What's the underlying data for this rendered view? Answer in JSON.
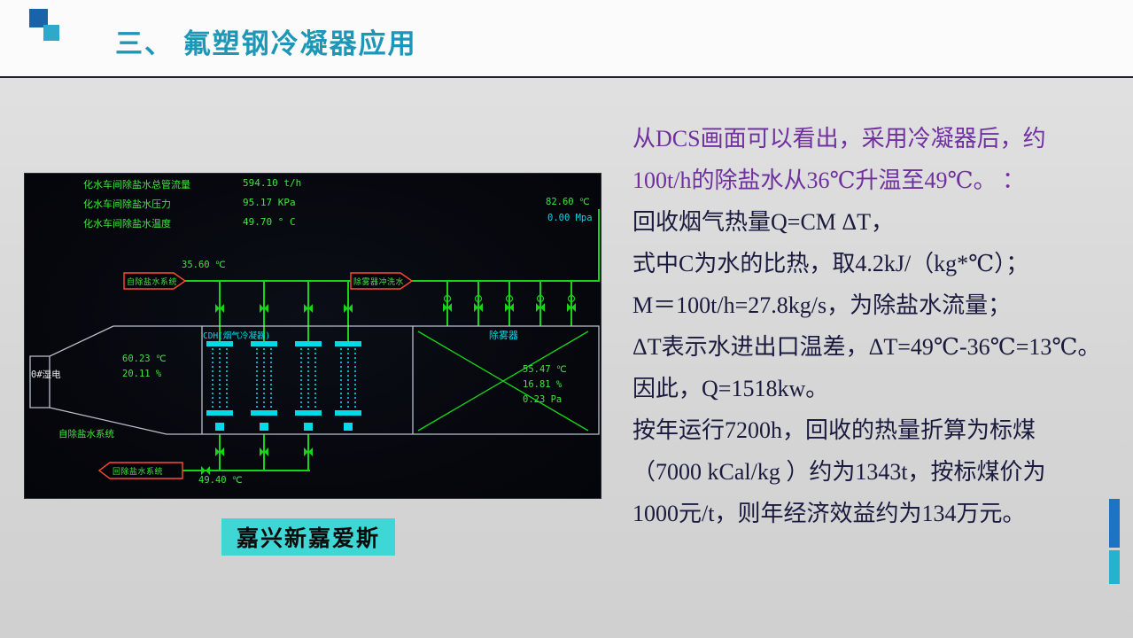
{
  "slide": {
    "title": "三、 氟塑钢冷凝器应用",
    "caption": "嘉兴新嘉爱斯"
  },
  "dcs": {
    "meters": [
      {
        "label": "化水车间除盐水总管流量",
        "value": "594.10 t/h"
      },
      {
        "label": "化水车间除盐水压力",
        "value": "95.17 KPa"
      },
      {
        "label": "化水车间除盐水温度",
        "value": "49.70 ° C"
      }
    ],
    "stack_temp": "82.60 ℃",
    "stack_pressure": "0.00 Mpa",
    "inlet_arrow_label": "自除盐水系统",
    "inlet_temp": "35.60 ℃",
    "wash_arrow_label": "除雾器冲洗水",
    "condenser_label": "CDH(烟气冷凝器)",
    "demister_label": "除雾器",
    "esp_label": "0#湿电",
    "left_readings": [
      "60.23 ℃",
      "20.11 %"
    ],
    "right_readings": [
      "55.47 ℃",
      "16.81 %",
      "0.23 Pa"
    ],
    "duct_label": "自除盐水系统",
    "return_arrow_label": "回除盐水系统",
    "return_temp": "49.40 ℃"
  },
  "body": {
    "lines": [
      "从DCS画面可以看出，采用冷凝器后，约",
      "100t/h的除盐水从36℃升温至49℃。 ：",
      "回收烟气热量Q=CM ΔT，",
      "式中C为水的比热，取4.2kJ/（kg*℃）；",
      "M＝100t/h=27.8kg/s，为除盐水流量；",
      "ΔT表示水进出口温差，ΔT=49℃-36℃=13℃。",
      "因此，Q=1518kw。",
      "按年运行7200h，回收的热量折算为标煤",
      "（7000 kCal/kg ）约为1343t，按标煤价为",
      "1000元/t，则年经济效益约为134万元。"
    ]
  },
  "colors": {
    "title_teal": "#1e96b8",
    "emphasis_purple": "#7030a0",
    "body_navy": "#1a1a3e",
    "dcs_green": "#3fe43f",
    "dcs_cyan": "#00dbe8",
    "arrow_red": "#ff4a33",
    "caption_bg": "#3fd6d6",
    "bar_blue": "#1d74c4",
    "bar_teal": "#23b3cc"
  }
}
